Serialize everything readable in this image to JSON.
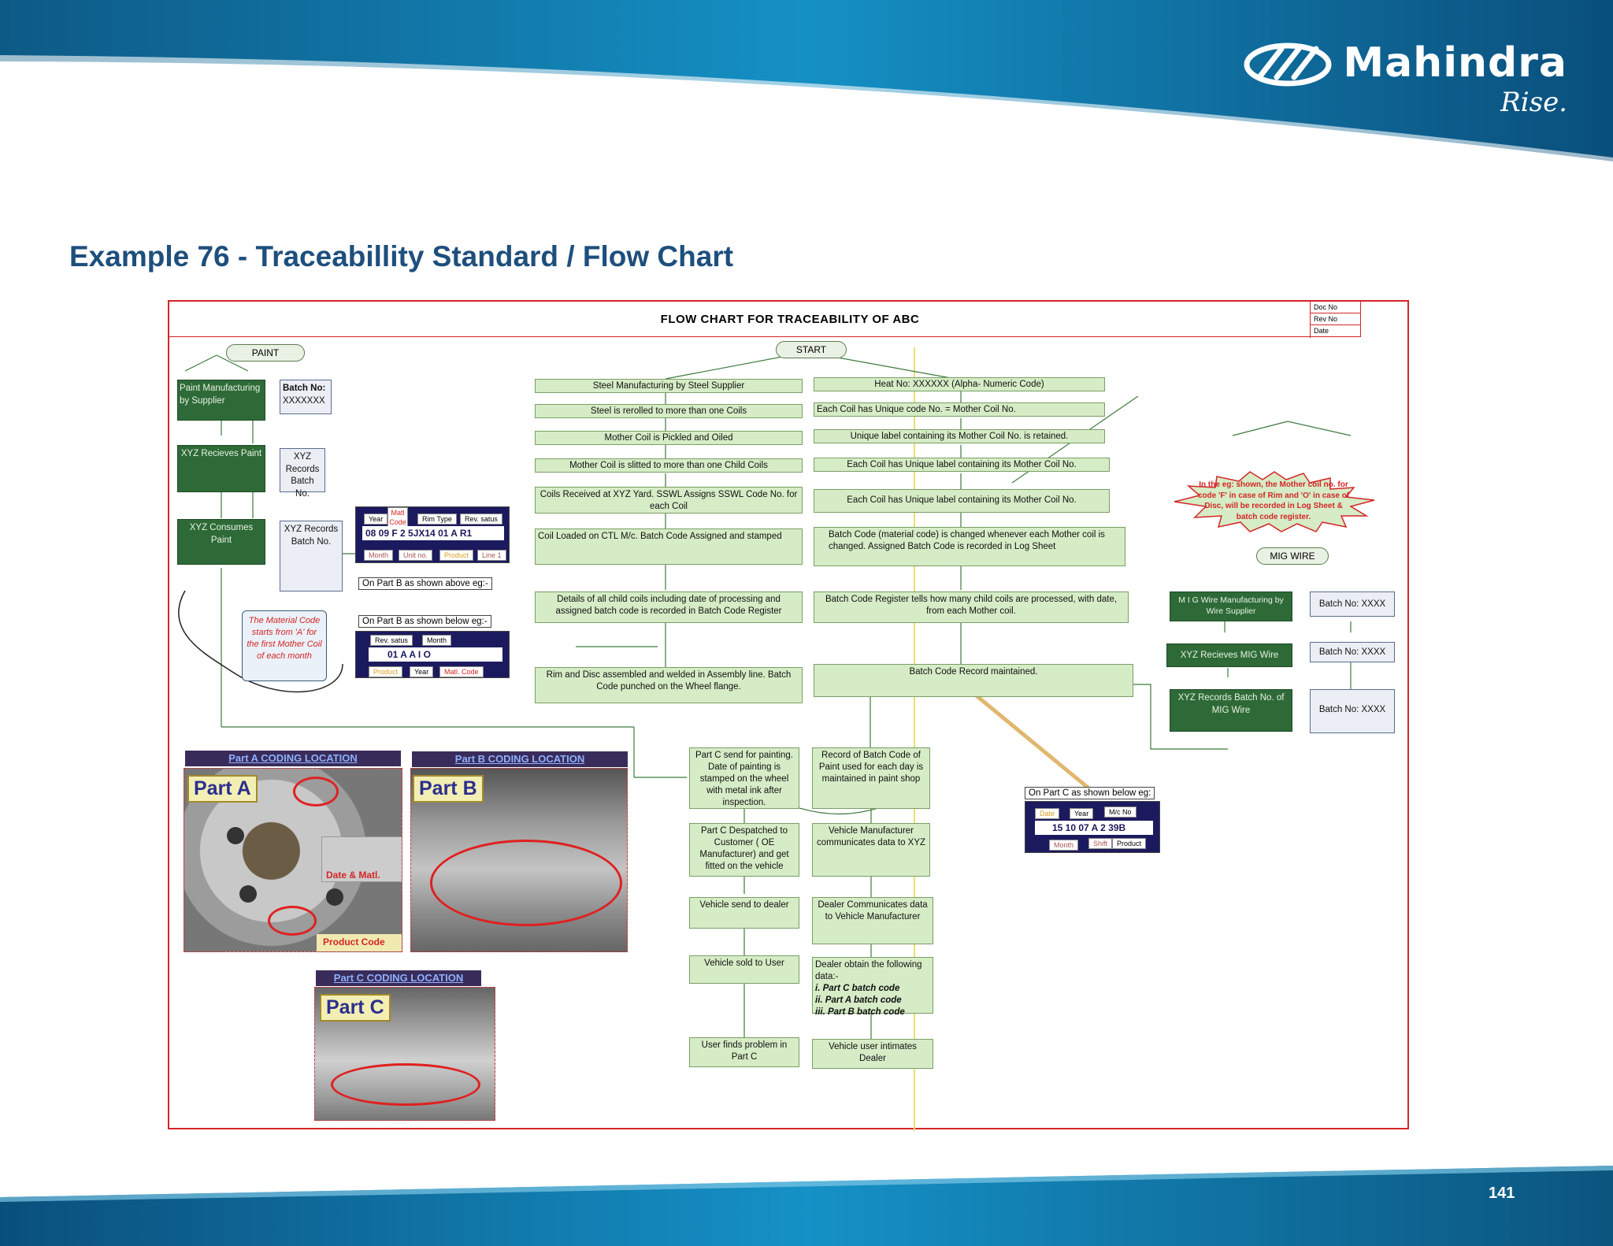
{
  "brand": {
    "name": "Mahindra",
    "tagline": "Rise."
  },
  "page_title": "Example 76 - Traceabillity Standard / Flow Chart",
  "page_number": "141",
  "flowchart": {
    "title": "FLOW CHART FOR TRACEABILITY OF ABC",
    "doc_fields": [
      "Doc No",
      "Rev No",
      "Date"
    ],
    "start": "START",
    "paint": {
      "oval": "PAINT",
      "manufacturing": "Paint Manufacturing by Supplier",
      "batch_no_label": "Batch No:",
      "batch_no_value": "XXXXXXX",
      "receives": "XYZ Recieves Paint",
      "records1": "XYZ Records Batch No.",
      "consumes": "XYZ Consumes Paint",
      "records2": "XYZ Records Batch No."
    },
    "steel_steps": [
      "Steel Manufacturing by Steel Supplier",
      "Steel is rerolled to more than one Coils",
      "Mother Coil is Pickled and Oiled",
      "Mother Coil is slitted to more than one Child Coils",
      "Coils Received at XYZ Yard. SSWL Assigns SSWL Code No. for each Coil",
      "Coil Loaded on CTL M/c. Batch Code Assigned and stamped",
      "Details of all child coils including date of processing and assigned batch code is recorded in Batch Code Register",
      "Rim and Disc assembled and welded in Assembly line. Batch Code punched on the Wheel flange."
    ],
    "coil_steps": [
      "Heat No: XXXXXX (Alpha- Numeric Code)",
      "Each Coil has Unique code No. = Mother Coil No.",
      "Unique label containing its Mother Coil No. is retained.",
      "Each Coil has Unique label containing its Mother Coil No.",
      "Each Coil has Unique label containing its Mother Coil No.",
      "Batch Code (material code) is changed whenever each Mother coil is changed. Assigned Batch Code is recorded in Log Sheet",
      "Batch Code Register tells how many child coils are processed, with date, from each Mother coil.",
      "Batch Code Record maintained."
    ],
    "callout": "In the eg: shown, the Mother coil no. for code 'F' in case of Rim and 'O' in case of Disc, will be recorded in Log Sheet & batch code register.",
    "mig": {
      "oval": "MIG WIRE",
      "manufacturing": "M I G Wire Manufacturing by Wire Supplier",
      "receives": "XYZ Recieves MIG Wire",
      "records": "XYZ Records Batch No. of MIG Wire",
      "batch1": "Batch No: XXXX",
      "batch2": "Batch No: XXXX",
      "batch3": "Batch No: XXXX"
    },
    "part_b_above": {
      "caption": "On Part B as shown above eg:-",
      "top_labels": [
        "Year",
        "Matl Code",
        "Rim Type",
        "Rev. satus"
      ],
      "code": "08 09 F 2 5JX14 01 A R1",
      "bottom_labels": [
        "Month",
        "Unit no.",
        "Product",
        "Line 1"
      ]
    },
    "part_b_below": {
      "caption": "On Part B as shown below eg:-",
      "top_labels": [
        "Rev. satus",
        "Month"
      ],
      "code": "01 A A I O",
      "bottom_labels": [
        "Product",
        "Year",
        "Matl. Code"
      ]
    },
    "material_note": "The Material Code starts from 'A' for the first Mother Coil of each month",
    "part_c_eg": {
      "caption": "On Part C as shown below eg:",
      "top_labels": [
        "Date",
        "Year",
        "M/c No"
      ],
      "code": "15 10 07 A 2 39B",
      "bottom_labels": [
        "Month",
        "Shift",
        "Product"
      ]
    },
    "lower_left": [
      "Part C send for painting. Date of painting is stamped on the wheel with metal ink after inspection.",
      "Part C Despatched to Customer ( OE Manufacturer) and get fitted on the vehicle",
      "Vehicle send to dealer",
      "Vehicle sold to User",
      "User finds problem in Part C"
    ],
    "lower_right": [
      "Record of Batch Code of Paint used for each day is maintained in paint shop",
      "Vehicle Manufacturer communicates data to XYZ",
      "Dealer Communicates data to Vehicle Manufacturer",
      "Dealer obtain the following data:-",
      "Vehicle user intimates Dealer"
    ],
    "dealer_items": [
      "i. Part C batch code",
      "ii. Part A batch code",
      "iii. Part B batch code"
    ],
    "photos": {
      "a_head": "Part A CODING LOCATION",
      "b_head": "Part B CODING LOCATION",
      "c_head": "Part C CODING LOCATION",
      "a_label": "Part A",
      "b_label": "Part B",
      "c_label": "Part C",
      "a_tag1": "Date & Matl.",
      "a_tag2": "Product Code"
    }
  },
  "colors": {
    "brand_blue": "#0a5e8c",
    "accent_red": "#d42626",
    "flow_green": "#d6ecc6",
    "dark_green": "#2e6a37"
  }
}
